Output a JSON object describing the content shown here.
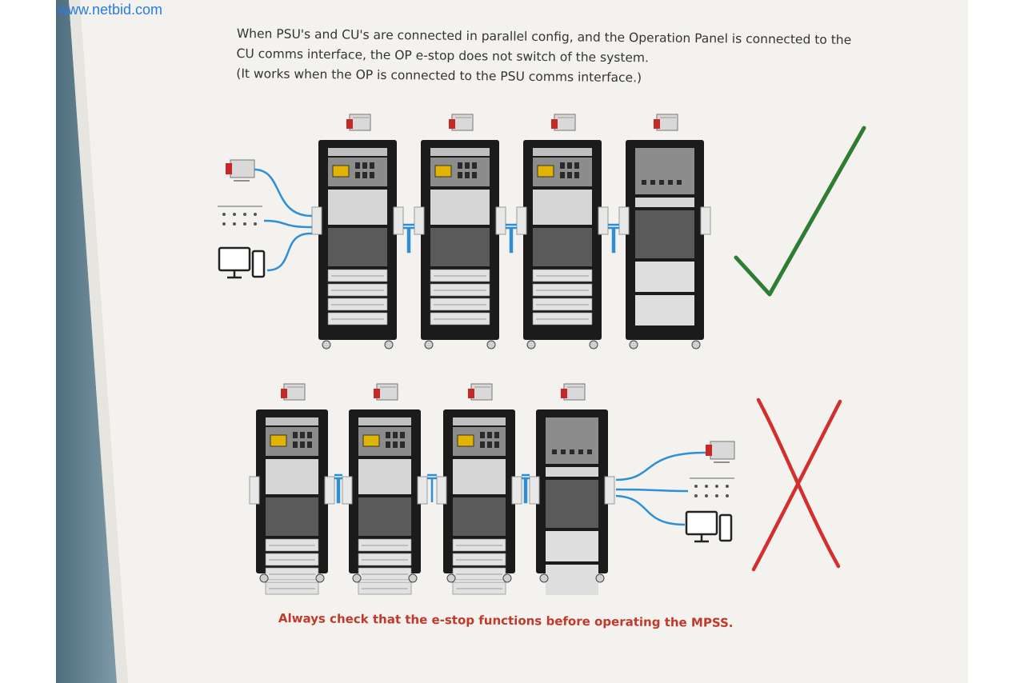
{
  "watermark": "www.netbid.com",
  "note_lines": [
    "When PSU's and CU's are connected in parallel config, and the Operation Panel is connected to the",
    "CU comms interface, the OP e-stop does not switch of the system.",
    "(It works when the OP is connected to the PSU comms interface.)"
  ],
  "warning": "Always check that the e-stop functions before operating the MPSS.",
  "diagrams": [
    {
      "verdict": "correct",
      "mark": "checkmark-icon",
      "mark_color": "#2e7d32",
      "op_connected_to": "PSU comms interface"
    },
    {
      "verdict": "incorrect",
      "mark": "cross-icon",
      "mark_color": "#d32f2f",
      "op_connected_to": "CU comms interface"
    }
  ],
  "colors": {
    "cable": "#2f8fd6",
    "rack": "#1c1c1c",
    "paper": "#f2f1ec"
  }
}
